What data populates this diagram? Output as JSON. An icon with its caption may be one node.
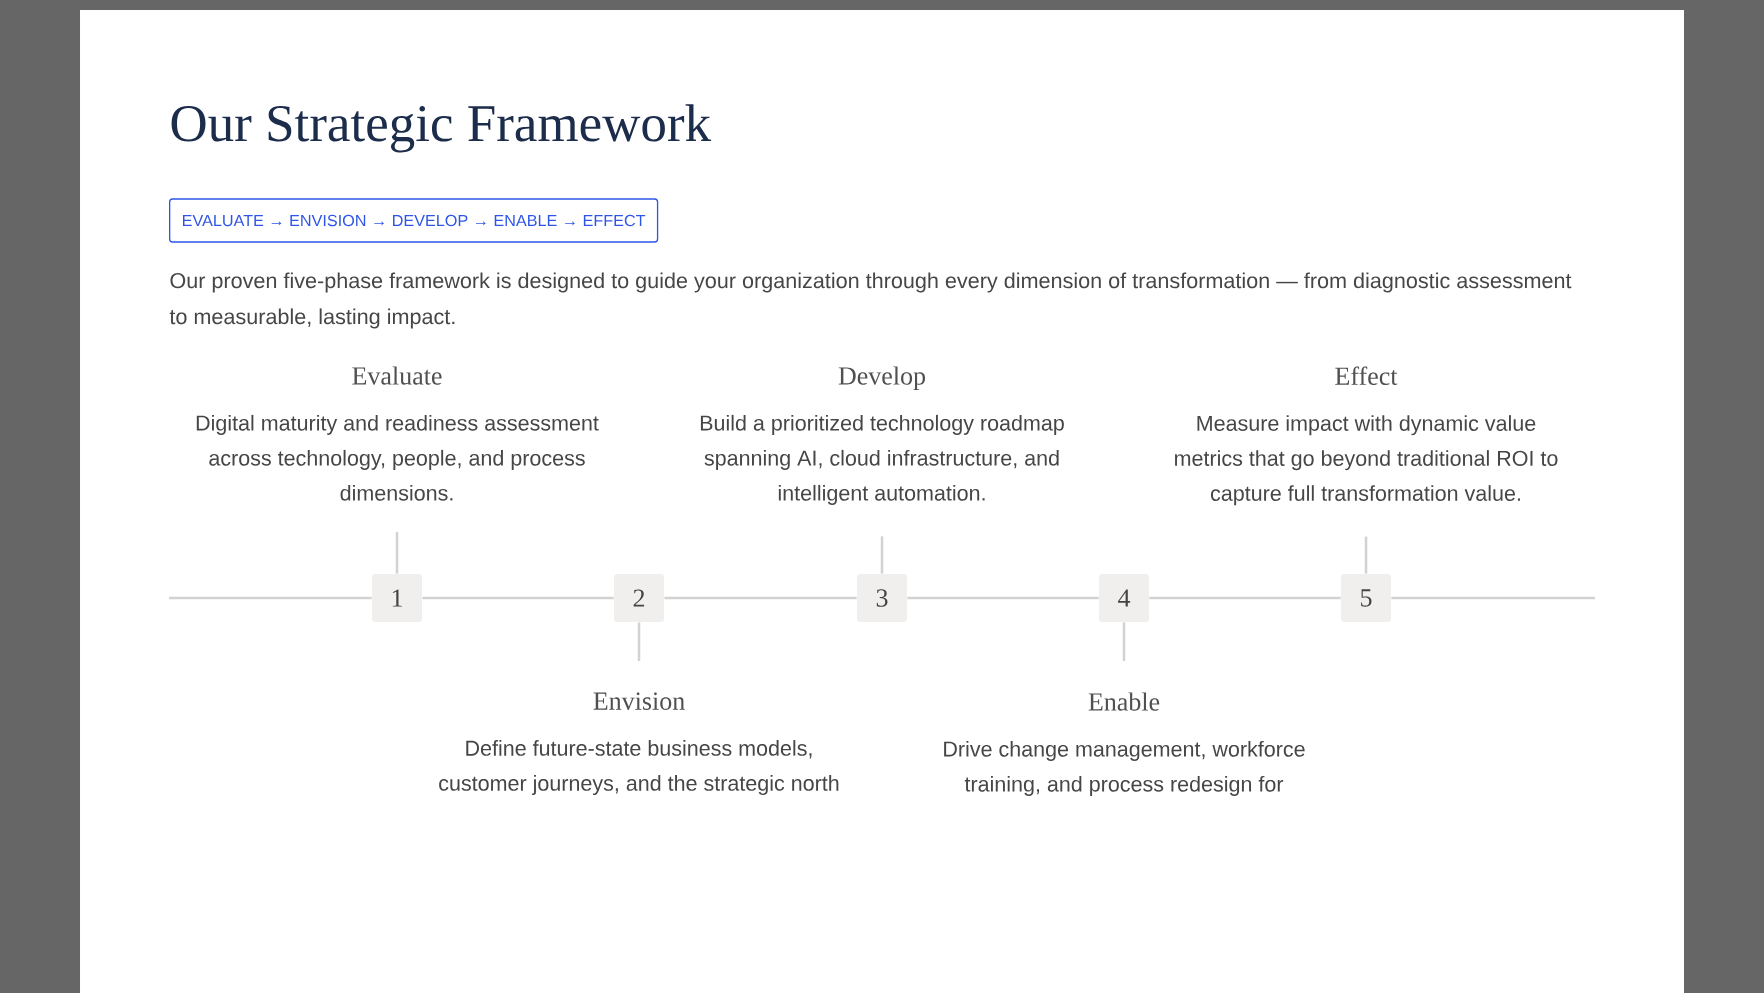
{
  "diagram": {
    "title": "Our Strategic Framework",
    "nodes": [
      {
        "text": [
          "EVALUATE → ENVISION → DEVELOP → ENABLE → EFFECT"
        ]
      },
      {
        "text": [
          "Evaluate",
          "Digital maturity and readiness assessment across technology, people, and process dimensions."
        ]
      },
      {
        "text": [
          "Develop",
          "Build a prioritized technology roadmap spanning AI, cloud infrastructure, and intelligent automation."
        ]
      },
      {
        "text": [
          "Effect",
          "Measure impact with dynamic value metrics that go beyond traditional ROI to capture full transformation value."
        ]
      },
      {
        "text": [
          "1"
        ]
      },
      {
        "text": [
          "2"
        ]
      },
      {
        "text": [
          "3"
        ]
      },
      {
        "text": [
          "4"
        ]
      },
      {
        "text": [
          "5"
        ]
      },
      {
        "text": [
          "Envision",
          "Define future-state business models, customer journeys, and the strategic north"
        ]
      },
      {
        "text": [
          "Enable",
          "Drive change management, workforce training, and process redesign for"
        ]
      }
    ],
    "edges": [
      {
        "from": 1,
        "to": 4,
        "arrow": "none"
      },
      {
        "from": 2,
        "to": 6,
        "arrow": "none"
      },
      {
        "from": 3,
        "to": 8,
        "arrow": "none"
      },
      {
        "from": 9,
        "to": 5,
        "arrow": "none"
      },
      {
        "from": 10,
        "to": 7,
        "arrow": "none"
      },
      {
        "from": null,
        "to": 4,
        "arrow": "none"
      },
      {
        "from": 4,
        "to": 5,
        "arrow": "none"
      },
      {
        "from": 5,
        "to": 6,
        "arrow": "none"
      },
      {
        "from": 6,
        "to": 7,
        "arrow": "none"
      },
      {
        "from": 7,
        "to": 8,
        "arrow": "none"
      },
      {
        "from": 8,
        "to": null,
        "arrow": "none"
      }
    ],
    "labels": [
      "Our proven five-phase framework is designed to guide your organization through every dimension of transformation — from diagnostic assessment to measurable, lasting impact."
    ]
  }
}
